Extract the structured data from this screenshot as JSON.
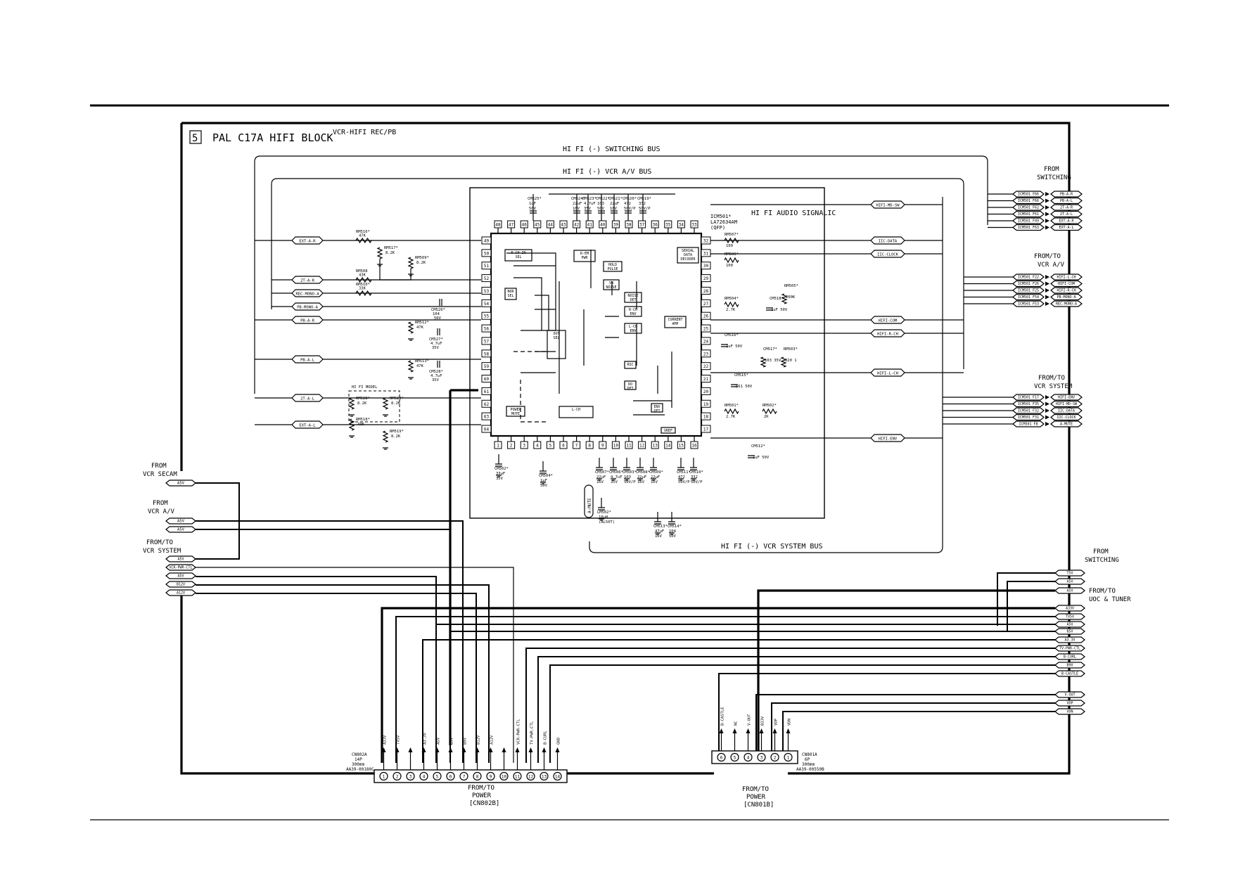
{
  "header": {
    "section_number": "5",
    "title": "PAL C17A HIFI BLOCK",
    "subtitle": "VCR-HIFI REC/PB"
  },
  "buses": {
    "switching": "HI FI (-) SWITCHING BUS",
    "av": "HI FI (-) VCR A/V BUS",
    "system": "HI FI (-) VCR SYSTEM BUS"
  },
  "ic": {
    "ref": "ICM501*",
    "part": "LA72634AM",
    "package": "(QFP)",
    "signal_label": "HI FI AUDIO SIGNALIC",
    "pins_top": [
      "48",
      "47",
      "46",
      "45",
      "44",
      "43",
      "42",
      "41",
      "40",
      "39",
      "38",
      "37",
      "36",
      "35",
      "34",
      "33"
    ],
    "pins_left": [
      "49",
      "50",
      "51",
      "52",
      "53",
      "54",
      "55",
      "56",
      "57",
      "58",
      "59",
      "60",
      "61",
      "62",
      "63",
      "64"
    ],
    "pins_right": [
      "32",
      "31",
      "30",
      "29",
      "28",
      "27",
      "26",
      "25",
      "24",
      "23",
      "22",
      "21",
      "20",
      "19",
      "18",
      "17"
    ],
    "pins_bottom": [
      "1",
      "2",
      "3",
      "4",
      "5",
      "6",
      "7",
      "8",
      "9",
      "10",
      "11",
      "12",
      "13",
      "14",
      "15",
      "16"
    ],
    "blocks": [
      "R-CH IN SEL",
      "NOR SEL",
      "OUT SEL",
      "R-EM PWR",
      "HOLD PULSE",
      "SW NOISE",
      "NOISE DET",
      "R-CH ENV",
      "L-CH ENV",
      "CURRENT AMP",
      "SERIAL DATA DECODER",
      "POWER MUTE",
      "L-CH",
      "VREF",
      "RSC",
      "DO DET",
      "ENV DET"
    ]
  },
  "left_signals": [
    "EXT-A-R",
    "2T-A-R",
    "REC-MONO-A",
    "PB-MONO-A",
    "PB-A-R",
    "PB-A-L",
    "2T-A-L",
    "EXT-A-L"
  ],
  "left_components": [
    "RM516* 47K",
    "RM517* 8.2K",
    "RM509* 8.2K",
    "RM508 43K",
    "RM510* 33K",
    "CM526* 104 50V",
    "RM512* 47K",
    "CM527* 4.7uF 35V",
    "RM513* 47K",
    "CM528* 4.7uF 35V",
    "HI FI MODEL",
    "RM528* 8.2K",
    "RM529* 8.2K",
    "RM518* 43K",
    "RM519* 8.2K"
  ],
  "top_caps": [
    "CM525* 1uF 50V",
    "CM524* 22uF 16V",
    "CM523* 4.7uF 35V",
    "CM522* 103 50V",
    "CM521* 22uF 16V",
    "CM520* 472 50V/P",
    "CM519* 332 50V/P"
  ],
  "right_components": [
    "RM507* 100",
    "RM506* 100",
    "RM505* 200K",
    "CM518* 1uF 50V",
    "RM504* 2.7K",
    "CM516* 1uF 50V",
    "CM517* 103 35V",
    "RM503* 820 1",
    "CM515* 561 50V",
    "RM501* 2.7K",
    "RM502* 2K",
    "CM512* 1uF 50V"
  ],
  "bottom_caps": [
    "CM502* 33uF 35V",
    "CM504* 1uF 50V",
    "CM507* 22uF 16V",
    "CM506* 4.7uF 35V",
    "CM503* 103 50V/P",
    "CM508* 22uF 16V",
    "CM509* 22uF 16V",
    "CM511* 472 50V/P",
    "CM510* 332 50V/P",
    "LM502* 10uH (AL50T)",
    "CM513* 47uF 16V",
    "CM514* 104 50V",
    "A-MUTE"
  ],
  "right_mid_signals": [
    "HIFI-MD-SW",
    "IIC-DATA",
    "IIC-CLOCK",
    "HIFI-COM",
    "HIFI-R-CH",
    "HIFI-L-CH",
    "HIFI-ENV"
  ],
  "from_switching": {
    "title": "FROM SWITCHING",
    "rows": [
      {
        "ref": "ICM501 F66",
        "sig": "PB-A-R"
      },
      {
        "ref": "ICM501 F66",
        "sig": "PB-A-L"
      },
      {
        "ref": "ICM501 F62",
        "sig": "2T-A-R"
      },
      {
        "ref": "ICM501 F61",
        "sig": "2T-A-L"
      },
      {
        "ref": "ICM501 F49",
        "sig": "EXT-A-R"
      },
      {
        "ref": "ICM501 F63",
        "sig": "EXT-A-L"
      }
    ]
  },
  "from_to_av": {
    "title": "FROM/TO VCR A/V",
    "rows": [
      {
        "ref": "ICM501 F22",
        "sig": "HIFI-L-CH"
      },
      {
        "ref": "ICM501 F26",
        "sig": "HIFI-COM"
      },
      {
        "ref": "ICM501 F25",
        "sig": "HIFI-R-CH"
      },
      {
        "ref": "ICM501 F54",
        "sig": "PB-MONO-A"
      },
      {
        "ref": "ICM501 F53",
        "sig": "REC-MONO-A"
      }
    ]
  },
  "from_to_system_right": {
    "title": "FROM/TO VCR SYSTEM",
    "rows": [
      {
        "ref": "ICM501 F17",
        "sig": "HIFI-ENV"
      },
      {
        "ref": "ICM501 F35",
        "sig": "HIFI-MD-SW"
      },
      {
        "ref": "ICM501 F32",
        "sig": "IIC-DATA"
      },
      {
        "ref": "ICM501 F31",
        "sig": "IIC-CLOCK"
      },
      {
        "ref": "ICM501 F8",
        "sig": "A-MUTE"
      }
    ]
  },
  "left_ports": {
    "secam": {
      "title": "FROM VCR SECAM",
      "tags": [
        "A5V"
      ]
    },
    "av": {
      "title": "FROM VCR A/V",
      "tags": [
        "A5V",
        "A5V"
      ]
    },
    "system": {
      "title": "FROM/TO VCR SYSTEM",
      "tags": [
        "A5V",
        "VCR-PWR-CTL",
        "A5V",
        "B12V",
        "A12V"
      ]
    }
  },
  "right_lower": {
    "switching_title": "FROM SWITCHING",
    "tuner_title": "FROM/TO UOC & TUNER",
    "tags": [
      "T5V",
      "A5V",
      "A5V",
      "A33V",
      "TV5V",
      "A5V",
      "B5V",
      "A3.3V",
      "TV-PWR-CTL",
      "B-CURL",
      "B9V",
      "B-CASTLE",
      "V-OUT",
      "VDP",
      "VDN"
    ]
  },
  "connector_power": {
    "ref": "CN802A",
    "pins": "14P",
    "pitch": "300mm",
    "part": "AA39-00180C",
    "labels": [
      "A33V",
      "TV5V",
      "",
      "A3.3V",
      "A5V",
      "B5V",
      "B9V",
      "B12V",
      "A12V",
      "",
      "VCR-PWR-CTL",
      "TV-PWR-CTL",
      "B-CURL",
      "GND"
    ],
    "numbers": [
      "1",
      "2",
      "3",
      "4",
      "5",
      "6",
      "7",
      "8",
      "9",
      "10",
      "11",
      "12",
      "13",
      "14"
    ],
    "caption": "FROM/TO POWER",
    "caption_ref": "[CN802B]"
  },
  "connector_power2": {
    "ref": "CN801A",
    "pins": "6P",
    "pitch": "300mm",
    "part": "AA39-00550B",
    "labels": [
      "B-CASTLE",
      "NC",
      "V-OUT",
      "B33V",
      "VDP",
      "VDN"
    ],
    "numbers": [
      "6",
      "5",
      "4",
      "3",
      "2",
      "1"
    ],
    "caption": "FROM/TO POWER",
    "caption_ref": "[CN801B]"
  }
}
